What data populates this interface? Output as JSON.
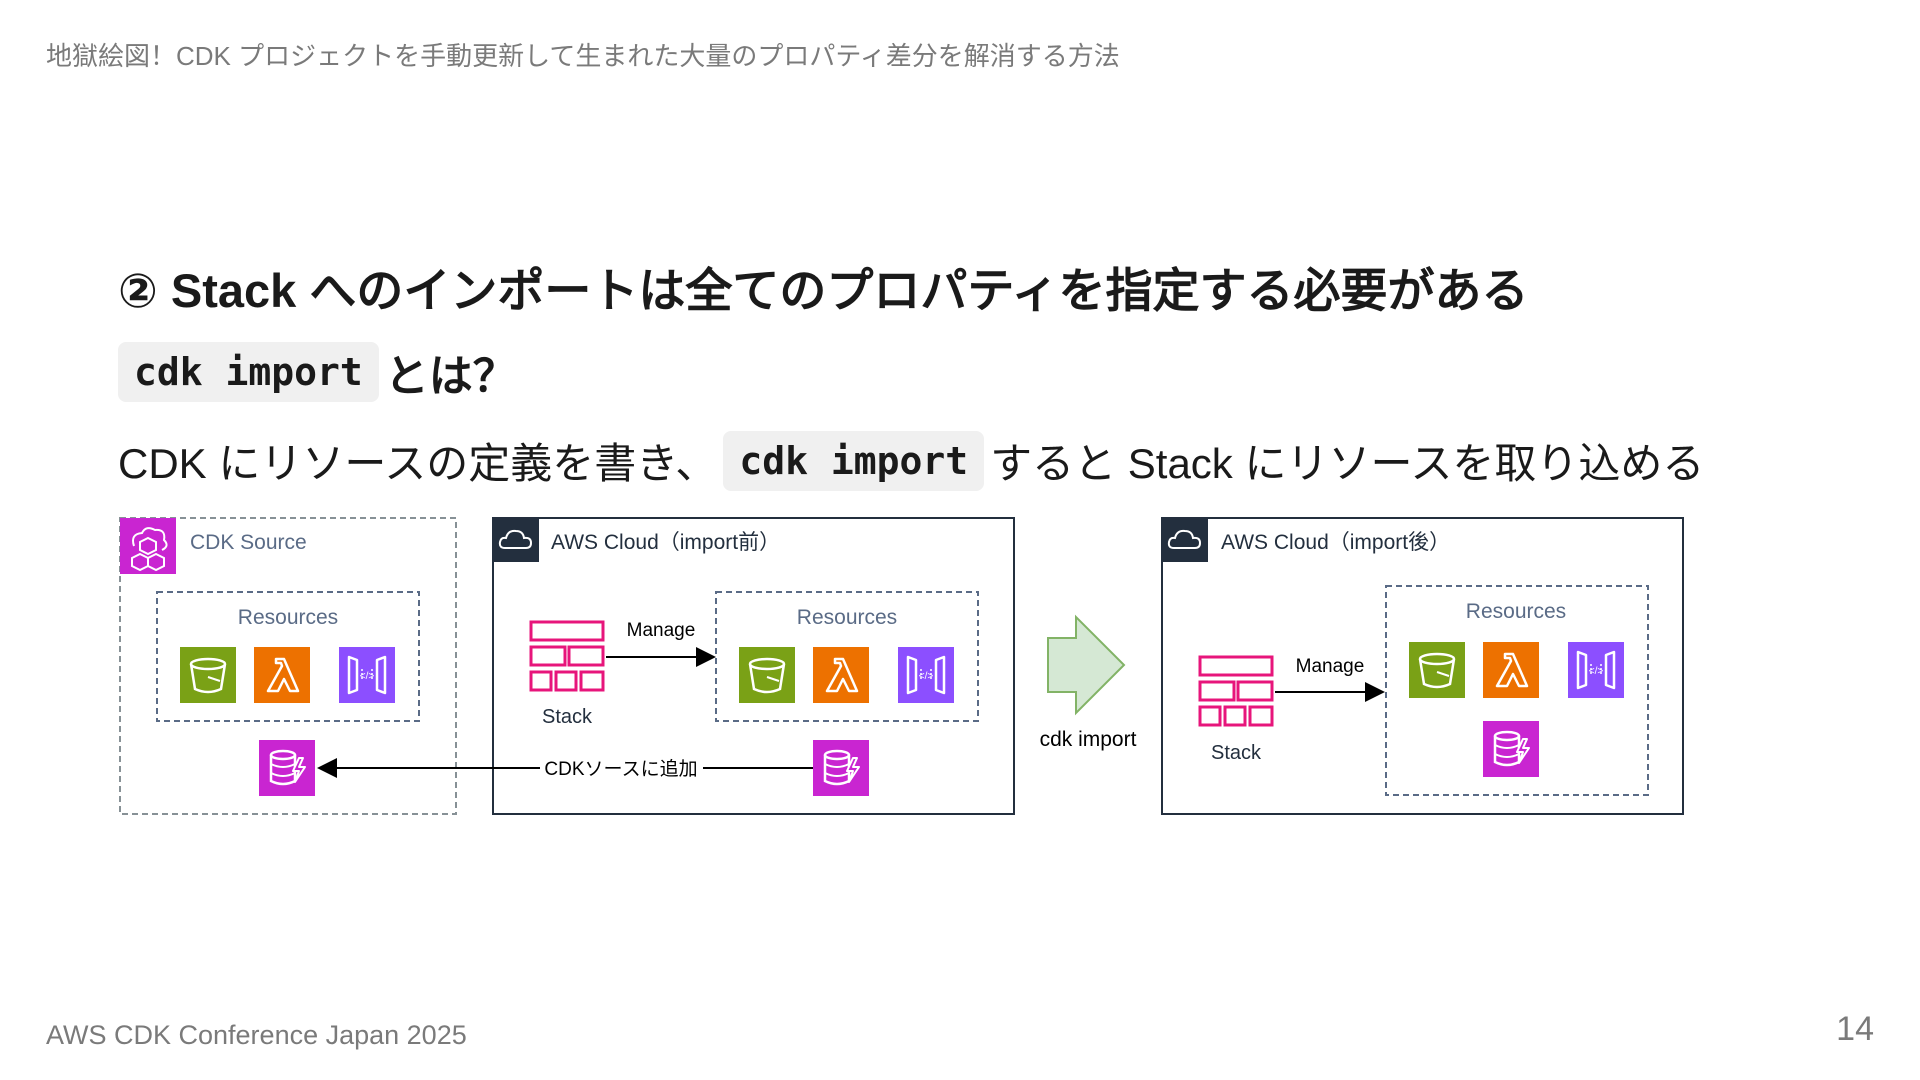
{
  "header": {
    "title": "地獄絵図！CDK プロジェクトを手動更新して生まれた大量のプロパティ差分を解消する方法"
  },
  "heading": "② Stack へのインポートは全てのプロパティを指定する必要がある",
  "subheading": {
    "code": "cdk import",
    "suffix": "とは？"
  },
  "body": {
    "prefix": "CDK にリソースの定義を書き、",
    "code": "cdk import",
    "suffix": "すると Stack にリソースを取り込める"
  },
  "diagram": {
    "cdk_source": {
      "title": "CDK Source",
      "resources_label": "Resources"
    },
    "cloud_before": {
      "title": "AWS Cloud（import前）",
      "resources_label": "Resources",
      "stack_label": "Stack",
      "manage_label": "Manage",
      "add_label": "CDKソースに追加"
    },
    "import_label": "cdk import",
    "cloud_after": {
      "title": "AWS Cloud（import後）",
      "resources_label": "Resources",
      "stack_label": "Stack",
      "manage_label": "Manage"
    },
    "colors": {
      "s3": "#7AA116",
      "lambda": "#ED7100",
      "apigw": "#8C4FFF",
      "dynamodb": "#C925D1",
      "stack": "#E7157B",
      "cloud_header": "#232F3E",
      "arrow_fill": "#D5E8D4",
      "arrow_stroke": "#82B366"
    }
  },
  "footer": {
    "left": "AWS CDK Conference Japan 2025",
    "page_number": "14"
  }
}
